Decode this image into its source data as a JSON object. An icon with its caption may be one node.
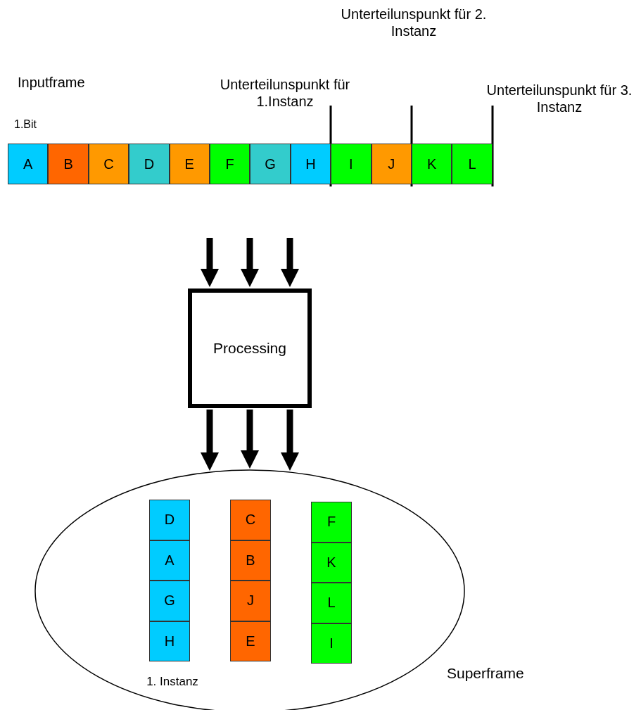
{
  "diagram": {
    "nodes": [
      {
        "text": [
          "Processing"
        ]
      },
      {
        "text": [
          "Superframe"
        ]
      },
      {
        "text": [
          "A"
        ]
      },
      {
        "text": [
          "B"
        ]
      },
      {
        "text": [
          "C"
        ]
      },
      {
        "text": [
          "D"
        ]
      },
      {
        "text": [
          "E"
        ]
      },
      {
        "text": [
          "F"
        ]
      },
      {
        "text": [
          "G"
        ]
      },
      {
        "text": [
          "H"
        ]
      },
      {
        "text": [
          "I"
        ]
      },
      {
        "text": [
          "J"
        ]
      },
      {
        "text": [
          "K"
        ]
      },
      {
        "text": [
          "L"
        ]
      },
      {
        "text": [
          "D"
        ],
        "in": 1
      },
      {
        "text": [
          "A"
        ],
        "in": 1
      },
      {
        "text": [
          "G"
        ],
        "in": 1
      },
      {
        "text": [
          "H"
        ],
        "in": 1
      },
      {
        "text": [
          "C"
        ],
        "in": 1
      },
      {
        "text": [
          "B"
        ],
        "in": 1
      },
      {
        "text": [
          "J"
        ],
        "in": 1
      },
      {
        "text": [
          "E"
        ],
        "in": 1
      },
      {
        "text": [
          "F"
        ],
        "in": 1
      },
      {
        "text": [
          "K"
        ],
        "in": 1
      },
      {
        "text": [
          "L"
        ],
        "in": 1
      },
      {
        "text": [
          "I"
        ],
        "in": 1
      }
    ],
    "edges": [
      {
        "from": null,
        "to": 0,
        "arrow": "to"
      },
      {
        "from": null,
        "to": 0,
        "arrow": "to"
      },
      {
        "from": null,
        "to": 0,
        "arrow": "to"
      },
      {
        "from": 0,
        "to": 1,
        "arrow": "to"
      },
      {
        "from": 0,
        "to": 1,
        "arrow": "to"
      },
      {
        "from": 0,
        "to": 1,
        "arrow": "to"
      }
    ],
    "labels": [
      "Unterteilunspunkt für 2. Instanz",
      "Inputframe",
      "Unterteilunspunkt für 1.Instanz",
      "Unterteilunspunkt für 3. Instanz",
      "1.Bit",
      "1. Instanz"
    ]
  }
}
